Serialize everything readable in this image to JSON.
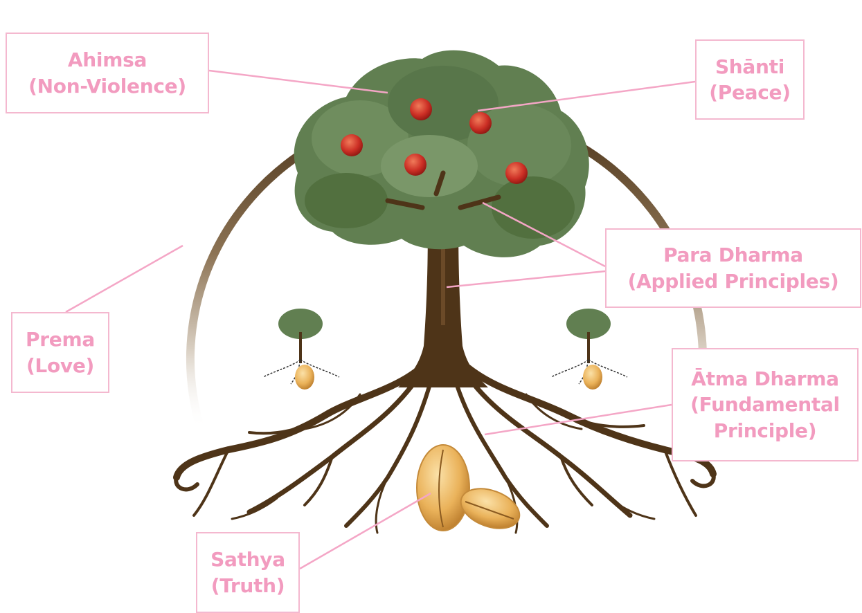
{
  "labels": {
    "ahimsa": {
      "line1": "Ahimsa",
      "line2": "(Non-Violence)"
    },
    "shanti": {
      "line1": "Shānti",
      "line2": "(Peace)"
    },
    "para_dharma": {
      "line1": "Para Dharma",
      "line2": "(Applied Principles)"
    },
    "prema": {
      "line1": "Prema",
      "line2": "(Love)"
    },
    "atma_dharma": {
      "line1": "Ātma Dharma",
      "line2": "(Fundamental",
      "line3": "Principle)"
    },
    "sathya": {
      "line1": "Sathya",
      "line2": "(Truth)"
    }
  },
  "colors": {
    "label_text": "#f29bbf",
    "label_border": "#f4b8cf",
    "leader_line": "#f4a6c6",
    "ring": "#5a4024",
    "trunk": "#4e3418",
    "foliage": "#5f7d4f",
    "fruit": "#c8302a",
    "seed": "#e8b45a"
  },
  "icons": [
    "tree-icon",
    "fruit-icon",
    "seed-icon",
    "sapling-icon"
  ]
}
